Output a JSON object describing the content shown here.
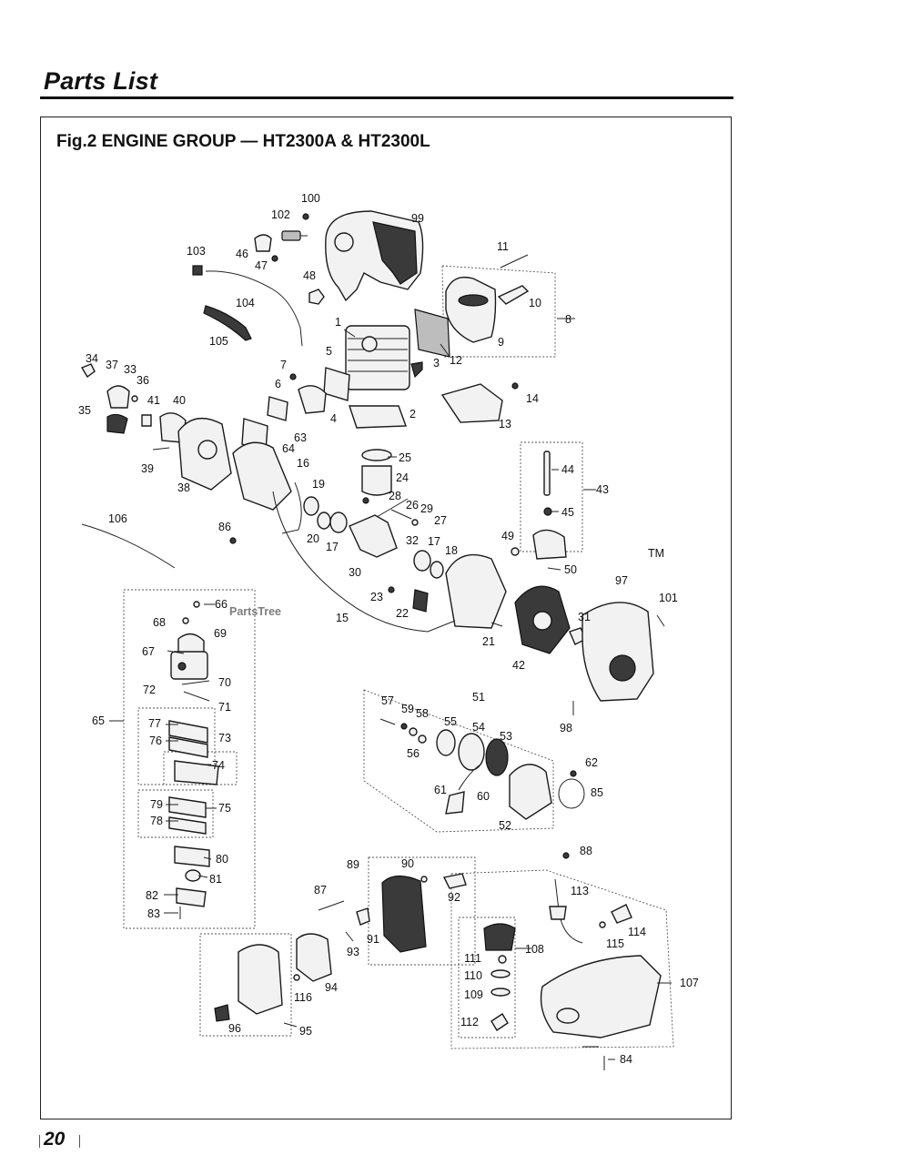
{
  "header": {
    "title": "Parts List"
  },
  "figure": {
    "title": "Fig.2 ENGINE GROUP — HT2300A & HT2300L"
  },
  "watermark": {
    "text": "PartsTree",
    "tm": "TM"
  },
  "footer": {
    "page_number": "20"
  },
  "callouts": [
    "100",
    "102",
    "99",
    "103",
    "46",
    "47",
    "11",
    "48",
    "104",
    "10",
    "8",
    "1",
    "105",
    "5",
    "9",
    "3",
    "12",
    "34",
    "37",
    "33",
    "36",
    "7",
    "6",
    "14",
    "35",
    "41",
    "40",
    "4",
    "2",
    "13",
    "63",
    "64",
    "39",
    "16",
    "25",
    "38",
    "19",
    "24",
    "44",
    "43",
    "28",
    "26",
    "29",
    "45",
    "106",
    "86",
    "20",
    "17",
    "27",
    "32",
    "49",
    "17b",
    "18",
    "50",
    "30",
    "97",
    "66",
    "23",
    "101",
    "68",
    "69",
    "22",
    "15",
    "31",
    "67",
    "21",
    "42",
    "70",
    "72",
    "71",
    "51",
    "65",
    "98",
    "57",
    "59",
    "58",
    "55",
    "54",
    "53",
    "77",
    "73",
    "76",
    "74",
    "56",
    "62",
    "61",
    "60",
    "85",
    "79",
    "75",
    "78",
    "52",
    "80",
    "88",
    "90",
    "89",
    "81",
    "113",
    "92",
    "87",
    "82",
    "83",
    "115",
    "114",
    "91",
    "93",
    "108",
    "107",
    "111",
    "110",
    "109",
    "94",
    "116",
    "112",
    "96",
    "95",
    "84"
  ],
  "callout_text": {
    "100": "100",
    "102": "102",
    "99": "99",
    "103": "103",
    "46": "46",
    "47": "47",
    "11": "11",
    "48": "48",
    "104": "104",
    "10": "10",
    "8": "8",
    "1": "1",
    "105": "105",
    "5": "5",
    "9": "9",
    "3": "3",
    "12": "12",
    "34": "34",
    "37": "37",
    "33": "33",
    "36": "36",
    "7": "7",
    "6": "6",
    "14": "14",
    "35": "35",
    "41": "41",
    "40": "40",
    "4": "4",
    "2": "2",
    "13": "13",
    "63": "63",
    "64": "64",
    "39": "39",
    "16": "16",
    "25": "25",
    "38": "38",
    "19": "19",
    "24": "24",
    "44": "44",
    "43": "43",
    "28": "28",
    "26": "26",
    "29": "29",
    "45": "45",
    "106": "106",
    "86": "86",
    "20": "20",
    "17": "17",
    "27": "27",
    "32": "32",
    "49": "49",
    "17b": "17",
    "18": "18",
    "50": "50",
    "30": "30",
    "97": "97",
    "66": "66",
    "23": "23",
    "101": "101",
    "68": "68",
    "69": "69",
    "22": "22",
    "15": "15",
    "31": "31",
    "67": "67",
    "21": "21",
    "42": "42",
    "70": "70",
    "72": "72",
    "71": "71",
    "51": "51",
    "65": "65",
    "98": "98",
    "57": "57",
    "59": "59",
    "58": "58",
    "55": "55",
    "54": "54",
    "53": "53",
    "77": "77",
    "73": "73",
    "76": "76",
    "74": "74",
    "56": "56",
    "62": "62",
    "61": "61",
    "60": "60",
    "85": "85",
    "79": "79",
    "75": "75",
    "78": "78",
    "52": "52",
    "80": "80",
    "88": "88",
    "90": "90",
    "89": "89",
    "81": "81",
    "113": "113",
    "92": "92",
    "87": "87",
    "82": "82",
    "83": "83",
    "115": "115",
    "114": "114",
    "91": "91",
    "93": "93",
    "108": "108",
    "107": "107",
    "111": "111",
    "110": "110",
    "109": "109",
    "94": "94",
    "116": "116",
    "112": "112",
    "96": "96",
    "95": "95",
    "84": "84"
  }
}
